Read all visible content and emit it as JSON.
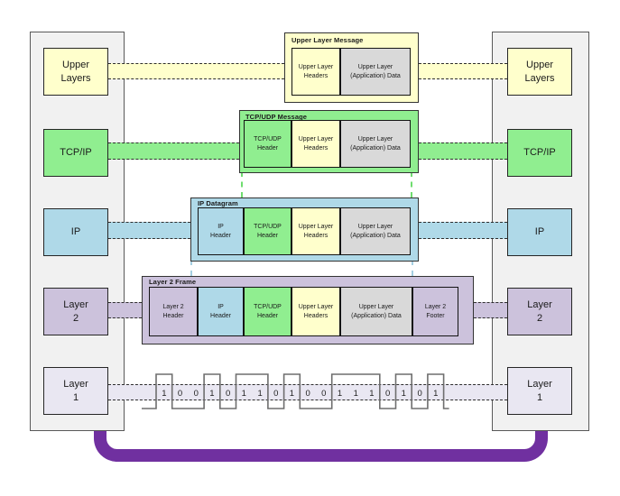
{
  "colors": {
    "yellow": "#FFFFCC",
    "green": "#90EE90",
    "blue": "#AFD9E8",
    "lavender": "#CCC2DC",
    "light_lavender": "#E9E7F2",
    "application_data_gray": "#D9D9D9",
    "column_gray": "#F1F1F1",
    "physical_link_purple": "#7030A0"
  },
  "left_column": {
    "items": [
      {
        "label": "Upper\nLayers"
      },
      {
        "label": "TCP/IP"
      },
      {
        "label": "IP"
      },
      {
        "label": "Layer\n2"
      },
      {
        "label": "Layer\n1"
      }
    ]
  },
  "right_column": {
    "items": [
      {
        "label": "Upper\nLayers"
      },
      {
        "label": "TCP/IP"
      },
      {
        "label": "IP"
      },
      {
        "label": "Layer\n2"
      },
      {
        "label": "Layer\n1"
      }
    ]
  },
  "messages": [
    {
      "title": "Upper Layer Message",
      "cells": [
        {
          "label": "Upper Layer\nHeaders"
        },
        {
          "label": "Upper Layer\n(Application) Data"
        }
      ]
    },
    {
      "title": "TCP/UDP Message",
      "cells": [
        {
          "label": "TCP/UDP\nHeader"
        },
        {
          "label": "Upper Layer\nHeaders"
        },
        {
          "label": "Upper Layer\n(Application) Data"
        }
      ]
    },
    {
      "title": "IP Datagram",
      "cells": [
        {
          "label": "IP\nHeader"
        },
        {
          "label": "TCP/UDP\nHeader"
        },
        {
          "label": "Upper Layer\nHeaders"
        },
        {
          "label": "Upper Layer\n(Application) Data"
        }
      ]
    },
    {
      "title": "Layer 2 Frame",
      "cells": [
        {
          "label": "Layer 2\nHeader"
        },
        {
          "label": "IP\nHeader"
        },
        {
          "label": "TCP/UDP\nHeader"
        },
        {
          "label": "Upper Layer\nHeaders"
        },
        {
          "label": "Upper Layer\n(Application) Data"
        },
        {
          "label": "Layer 2\nFooter"
        }
      ]
    }
  ],
  "layer1_signal": {
    "bits": [
      1,
      0,
      0,
      1,
      0,
      1,
      1,
      0,
      1,
      0,
      0,
      1,
      1,
      1,
      0,
      1,
      0,
      1
    ]
  }
}
